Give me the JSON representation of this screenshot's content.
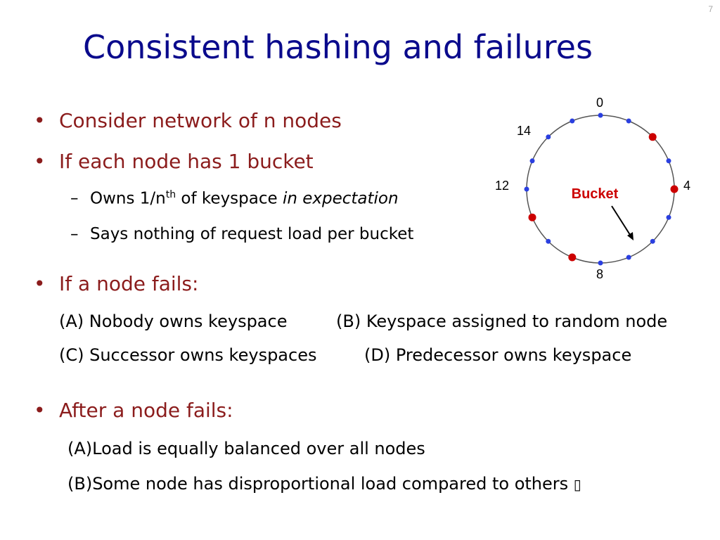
{
  "slide_number": "7",
  "title": "Consistent hashing and failures",
  "bullets": {
    "b1": "Consider network of n nodes",
    "b2": "If each node has 1 bucket",
    "b2_sub1_pre": "Owns 1/n",
    "b2_sub1_sup": "th",
    "b2_sub1_mid": " of keyspace ",
    "b2_sub1_em": "in expectation",
    "b2_sub2": "Says nothing of request load per bucket",
    "b3": "If a node fails:",
    "b3_optA": "(A) Nobody owns keyspace",
    "b3_optB": "(B) Keyspace assigned to random node",
    "b3_optC": "(C) Successor owns keyspaces",
    "b3_optD": "(D) Predecessor owns keyspace",
    "b4": "After a node fails:",
    "b4_optA": "(A)Load is equally balanced over all nodes",
    "b4_optB": "(B)Some node has disproportional load compared to others",
    "b4_optB_icon": "▯"
  },
  "diagram": {
    "labels": {
      "top": "0",
      "upper_left": "14",
      "left": "12",
      "right": "4",
      "bottom": "8"
    },
    "bucket_label": "Bucket",
    "colors": {
      "blue": "#2a3fe0",
      "red": "#cc0000",
      "ring": "#555555"
    },
    "red_positions": [
      2,
      4,
      9,
      11
    ]
  },
  "colors": {
    "title": "#0a0a8c",
    "bullet": "#8b1c1c"
  }
}
